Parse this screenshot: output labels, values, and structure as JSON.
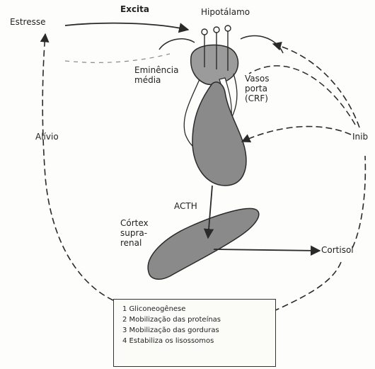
{
  "labels": {
    "stress": "Estresse",
    "excites": "Excita",
    "hypothalamus": "Hipotálamo",
    "median_eminence": "Eminência\nmédia",
    "portal_vessels": "Vasos\nporta\n(CRF)",
    "relief": "Alívio",
    "inhibits": "Inib",
    "acth": "ACTH",
    "adrenal_cortex": "Córtex\nsupra-\nrenal",
    "cortisol": "Cortisol"
  },
  "effects": [
    "1 Gliconeogênese",
    "2 Mobilização das proteínas",
    "3 Mobilização das gorduras",
    "4 Estabiliza os lisossomos"
  ],
  "colors": {
    "gland_fill": "#8a8a8a",
    "hypothalamus_fill": "#9b9b9b",
    "stroke": "#2a2a2a",
    "background": "#fdfdfb"
  }
}
